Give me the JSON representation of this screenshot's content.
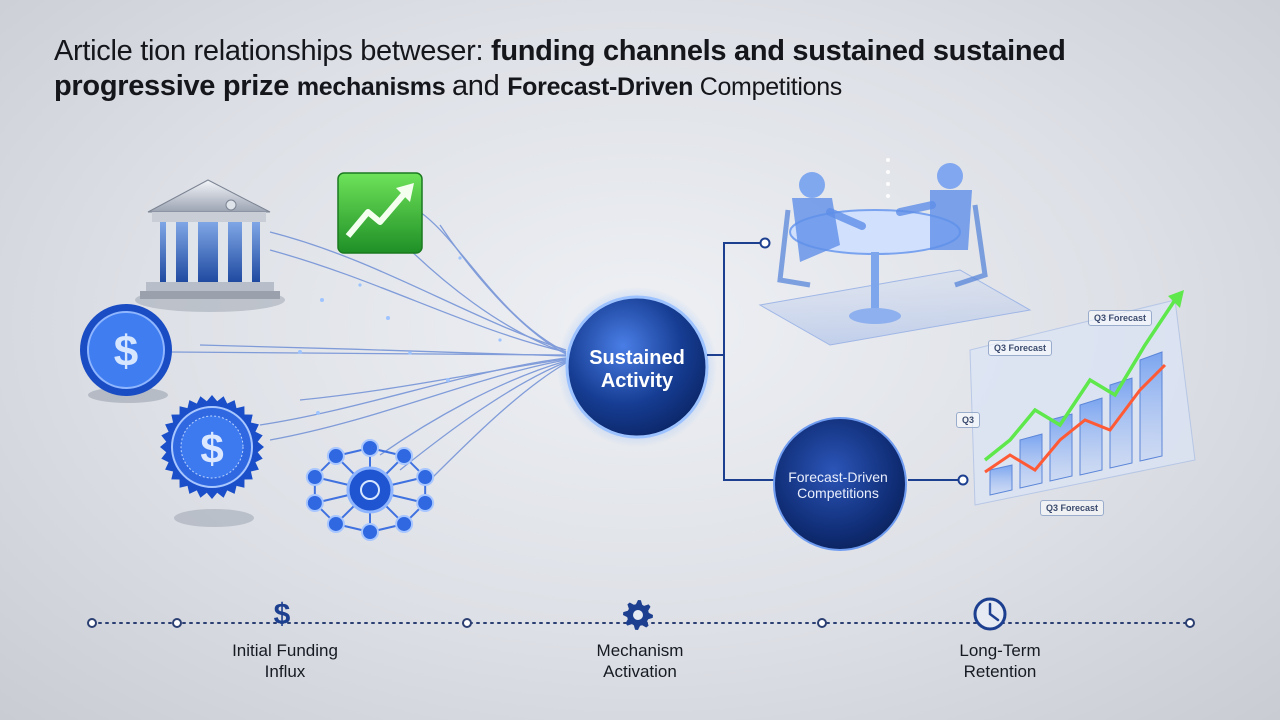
{
  "title": {
    "line1_plain": "Article tion relationships betweser: ",
    "line1_bold": "funding channels and sustained sustained",
    "line2_bold": "progressive prize ",
    "line2_mid": "mechanisms ",
    "line2_plain": "and ",
    "line2_bold2": "Forecast-Driven ",
    "line2_end": "Competitions"
  },
  "nodes": {
    "sustained": "Sustained Activity",
    "forecast": "Forecast-Driven Competitions"
  },
  "chart_tags": [
    "Q3 Forecast",
    "Q3 Forecast",
    "Q3",
    "Q3 Forecast"
  ],
  "timeline": {
    "steps": [
      {
        "label": "Initial Funding Influx",
        "icon": "dollar-icon"
      },
      {
        "label": "Mechanism Activation",
        "icon": "gear-icon"
      },
      {
        "label": "Long-Term Retention",
        "icon": "clock-icon"
      }
    ]
  },
  "icons": {
    "sources": [
      "bank-icon",
      "growth-chart-icon",
      "dollar-coin-icon",
      "dollar-seal-icon",
      "network-hub-icon"
    ],
    "outputs": [
      "meeting-table-icon",
      "forecast-chart-icon"
    ]
  },
  "colors": {
    "primary_blue": "#1d3f8f",
    "glow_blue": "#4f8cff",
    "green": "#3fbf3a",
    "line": "#5f7fc2"
  }
}
